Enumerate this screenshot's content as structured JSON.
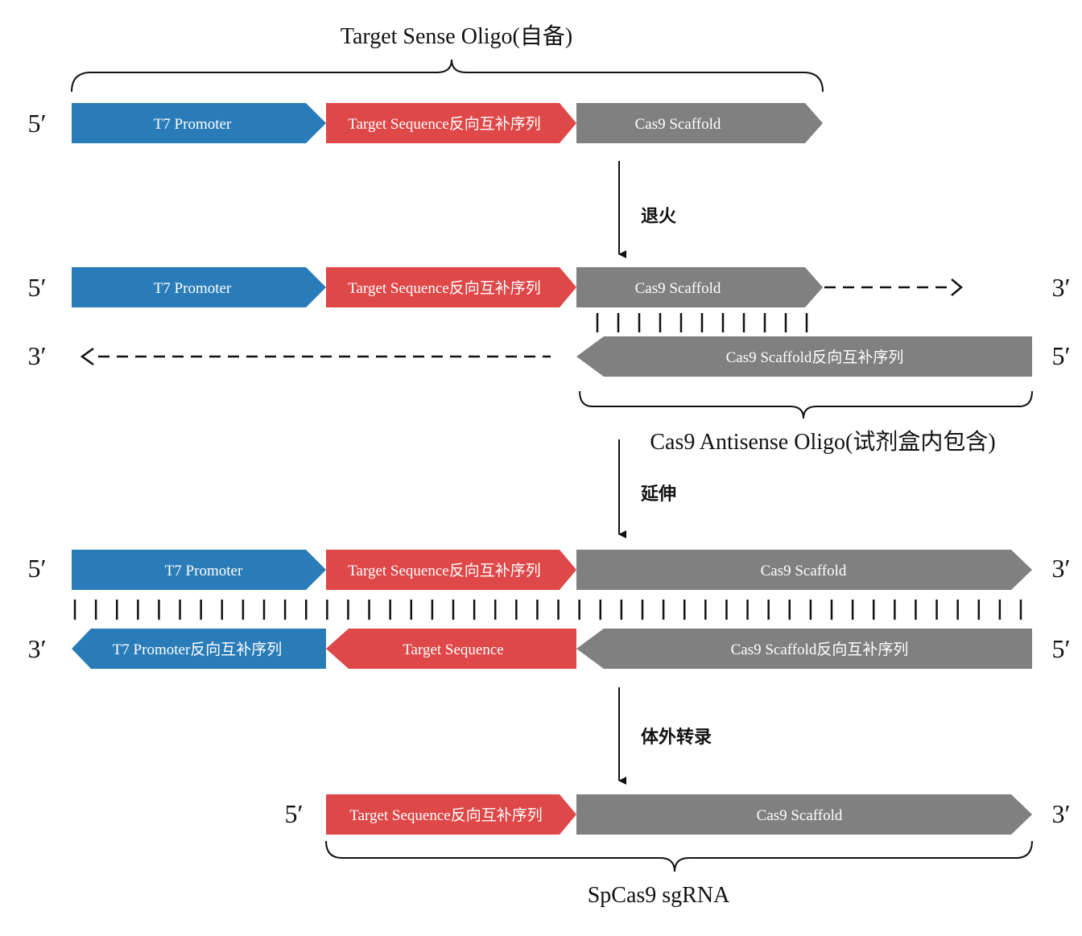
{
  "colors": {
    "t7_blue": "#2a7cb8",
    "target_red": "#df4848",
    "scaffold_gray": "#808080",
    "line_black": "#111111"
  },
  "labels": {
    "t7_promoter": "T7 Promoter",
    "target_seq_rc": "Target Sequence反向互补序列",
    "cas9_scaffold": "Cas9 Scaffold",
    "cas9_scaffold_rc": "Cas9 Scaffold反向互补序列",
    "t7_promoter_rc": "T7 Promoter反向互补序列",
    "target_seq": "Target Sequence"
  },
  "ends": {
    "five_prime": "5′",
    "three_prime": "3′"
  },
  "captions": {
    "sense_oligo": "Target Sense Oligo(自备)",
    "antisense_oligo": "Cas9 Antisense Oligo(试剂盒内包含)",
    "sgrna": "SpCas9 sgRNA"
  },
  "steps": {
    "anneal": "退火",
    "extend": "延伸",
    "transcribe": "体外转录"
  }
}
